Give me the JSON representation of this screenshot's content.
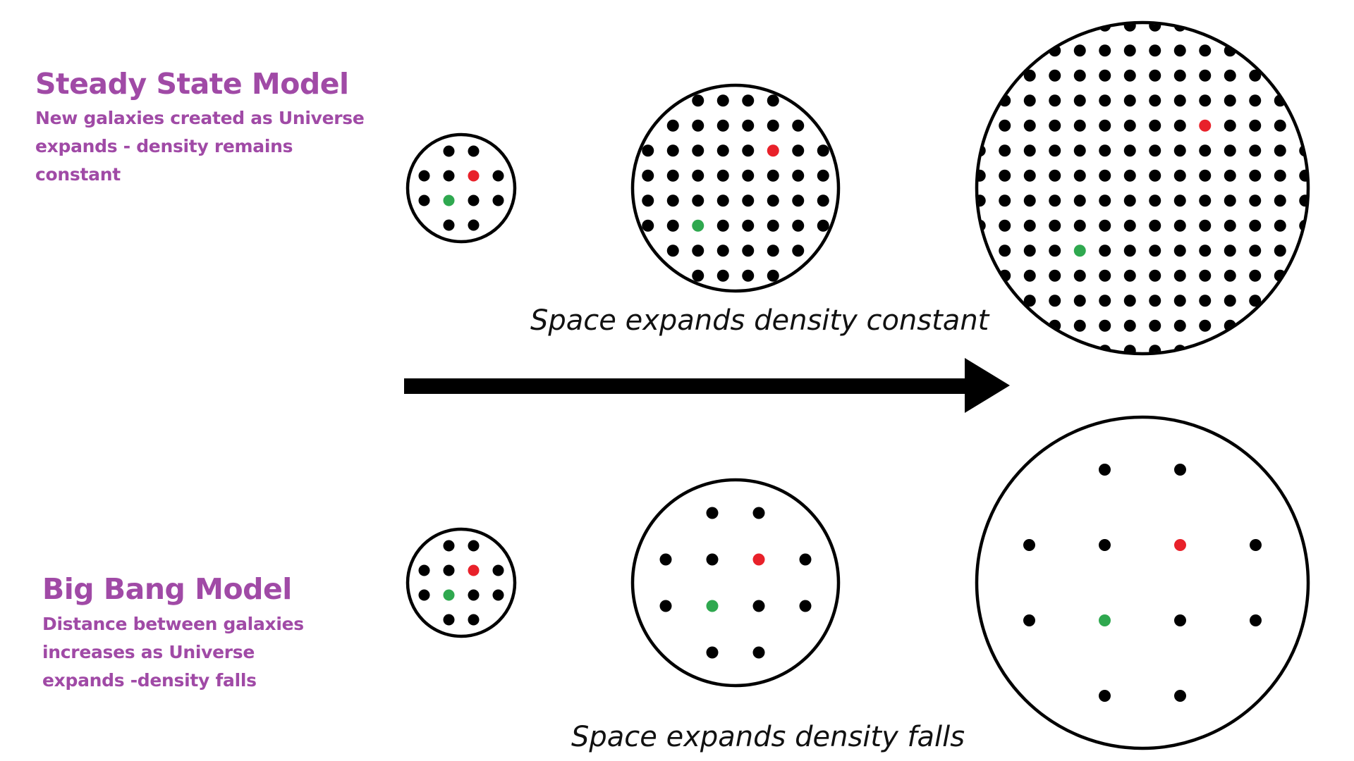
{
  "steady_state": {
    "title": "Steady State Model",
    "description_lines": [
      "New galaxies created as Universe",
      "expands - density remains",
      "constant"
    ],
    "caption": "Space expands density constant"
  },
  "big_bang": {
    "title": "Big Bang Model",
    "description_lines": [
      "Distance between galaxies",
      "increases as Universe",
      "expands -density falls"
    ],
    "caption": "Space expands density falls"
  },
  "colors": {
    "heading_purple": "#a04aa6",
    "galaxy_black": "#000000",
    "tracked_galaxy_red": "#e8212a",
    "tracked_galaxy_green": "#2fa84f"
  }
}
